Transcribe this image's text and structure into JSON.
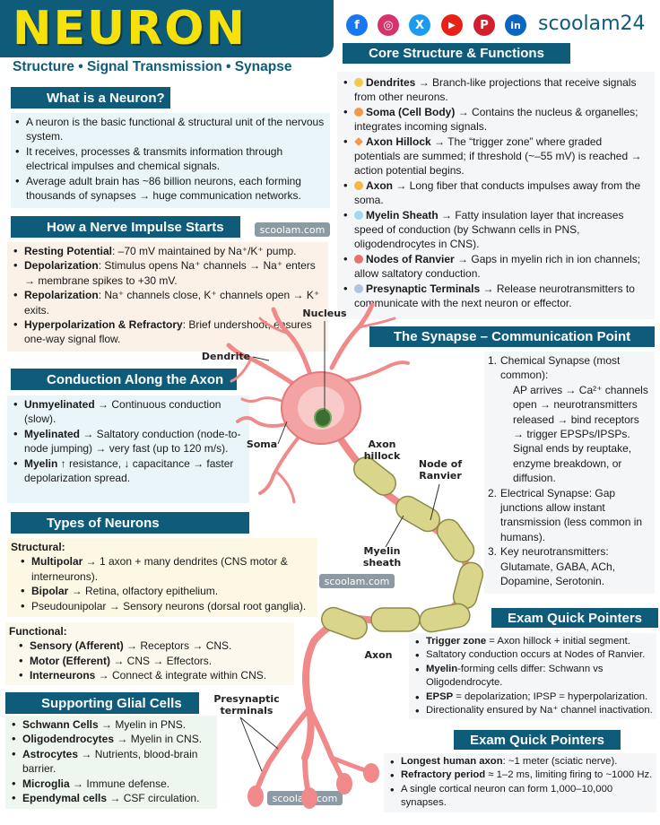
{
  "header": {
    "title": "NEURON",
    "subtitle": "Structure • Signal Transmission • Synapse",
    "brand": "scoolam24"
  },
  "social": [
    {
      "icon": "facebook-icon",
      "glyph": "f",
      "color": "#1877f2"
    },
    {
      "icon": "instagram-icon",
      "glyph": "◎",
      "color": "#d6336c"
    },
    {
      "icon": "x-icon",
      "glyph": "X",
      "color": "#1d9bf0"
    },
    {
      "icon": "youtube-icon",
      "glyph": "▶",
      "color": "#e62117"
    },
    {
      "icon": "pinterest-icon",
      "glyph": "P",
      "color": "#d0202f"
    },
    {
      "icon": "linkedin-icon",
      "glyph": "in",
      "color": "#0a66c2"
    }
  ],
  "what": {
    "heading": "What is a Neuron?",
    "items": [
      "A neuron is the basic functional & structural unit of the nervous system.",
      "It receives, processes & transmits information through electrical impulses and chemical signals.",
      "Average adult brain has ~86 billion neurons, each forming thousands of synapses → huge communication networks."
    ]
  },
  "impulse": {
    "heading": "How a Nerve Impulse Starts",
    "items": [
      {
        "term": "Resting Potential",
        "text": ": –70 mV maintained by Na⁺/K⁺ pump."
      },
      {
        "term": "Depolarization",
        "text": ": Stimulus opens Na⁺ channels → Na⁺ enters → membrane spikes to +30 mV."
      },
      {
        "term": "Repolarization",
        "text": ": Na⁺ channels close, K⁺ channels open → K⁺ exits."
      },
      {
        "term": "Hyperpolarization & Refractory",
        "text": ": Brief undershoot, ensures one-way signal flow."
      }
    ]
  },
  "conduction": {
    "heading": "Conduction Along the Axon",
    "items": [
      {
        "term": "Unmyelinated",
        "text": " → Continuous conduction (slow)."
      },
      {
        "term": "Myelinated",
        "text": " → Saltatory conduction (node-to-node jumping) → very fast (up to 120 m/s)."
      },
      {
        "term": "Myelin",
        "text": " ↑ resistance, ↓ capacitance → faster depolarization spread."
      }
    ]
  },
  "types": {
    "heading": "Types of Neurons",
    "structural_label": "Structural:",
    "structural": [
      {
        "term": "Multipolar",
        "text": " → 1 axon + many dendrites (CNS motor & interneurons)."
      },
      {
        "term": "Bipolar",
        "text": " → Retina, olfactory epithelium."
      },
      {
        "term": "",
        "text": "Pseudounipolar → Sensory neurons (dorsal root ganglia)."
      }
    ],
    "functional_label": "Functional:",
    "functional": [
      {
        "term": "Sensory (Afferent)",
        "text": " → Receptors → CNS."
      },
      {
        "term": "Motor (Efferent)",
        "text": " → CNS → Effectors."
      },
      {
        "term": "Interneurons",
        "text": " → Connect & integrate within CNS."
      }
    ]
  },
  "glial": {
    "heading": "Supporting Glial Cells",
    "items": [
      {
        "term": "Schwann Cells",
        "text": " → Myelin in PNS."
      },
      {
        "term": "Oligodendrocytes",
        "text": " → Myelin in CNS."
      },
      {
        "term": "Astrocytes",
        "text": " → Nutrients, blood-brain barrier."
      },
      {
        "term": "Microglia",
        "text": " → Immune defense."
      },
      {
        "term": "Ependymal cells",
        "text": " → CSF circulation."
      }
    ]
  },
  "core": {
    "heading": "Core Structure & Functions",
    "items": [
      {
        "dot": "#f2c94c",
        "term": "Dendrites",
        "text": " → Branch-like projections that receive signals from other neurons."
      },
      {
        "dot": "#f2994a",
        "term": "Soma (Cell Body)",
        "text": " → Contains the nucleus & organelles; integrates incoming signals."
      },
      {
        "dot": "#f2994a",
        "term": "Axon Hillock",
        "text": " → The “trigger zone” where graded potentials are summed; if threshold (~–55 mV) is reached → action potential begins."
      },
      {
        "dot": "#f5b841",
        "term": "Axon",
        "text": " → Long fiber that conducts impulses away from the soma."
      },
      {
        "dot": "#a8d8ea",
        "term": "Myelin Sheath",
        "text": " → Fatty insulation layer that increases speed of conduction (by Schwann cells in PNS, oligodendrocytes in CNS)."
      },
      {
        "dot": "#e57373",
        "term": "Nodes of Ranvier",
        "text": " → Gaps in myelin rich in ion channels; allow saltatory conduction."
      },
      {
        "dot": "#b0c4de",
        "term": "Presynaptic Terminals",
        "text": " → Release neurotransmitters to communicate with the next neuron or effector."
      }
    ]
  },
  "synapse": {
    "heading": "The Synapse – Communication Point",
    "chem_title": "Chemical Synapse (most common):",
    "chem_items": [
      "AP arrives → Ca²⁺ channels open → neurotransmitters released → bind receptors → trigger EPSPs/IPSPs.",
      "Signal ends by reuptake, enzyme breakdown, or diffusion."
    ],
    "elec": "Electrical Synapse: Gap junctions allow instant transmission (less common in humans).",
    "nt": "Key neurotransmitters: Glutamate, GABA, ACh, Dopamine, Serotonin."
  },
  "exam1": {
    "heading": "Exam Quick Pointers",
    "items": [
      {
        "term": "Trigger zone",
        "text": " = Axon hillock + initial segment."
      },
      {
        "term": "",
        "text": "Saltatory conduction occurs at Nodes of Ranvier."
      },
      {
        "term": "Myelin",
        "text": "-forming cells differ: Schwann vs Oligodendrocyte."
      },
      {
        "term": "EPSP",
        "text": " = depolarization; IPSP = hyperpolarization."
      },
      {
        "term": "",
        "text": "Directionality ensured by Na⁺ channel inactivation."
      }
    ]
  },
  "exam2": {
    "heading": "Exam Quick Pointers",
    "items": [
      {
        "term": "Longest human axon",
        "text": ": ~1 meter (sciatic nerve)."
      },
      {
        "term": "Refractory period",
        "text": " ≈ 1–2 ms, limiting firing to ~1000 Hz."
      },
      {
        "term": "",
        "text": "A single cortical neuron can form 1,000–10,000 synapses."
      }
    ]
  },
  "diagram_labels": {
    "nucleus": "Nucleus",
    "dendrite": "Dendrite",
    "soma": "Soma",
    "axon_hillock": "Axon hillock",
    "node": "Node of Ranvier",
    "myelin": "Myelin sheath",
    "axon": "Axon",
    "presynaptic": "Presynaptic terminals"
  },
  "watermark": "scoolam.com"
}
